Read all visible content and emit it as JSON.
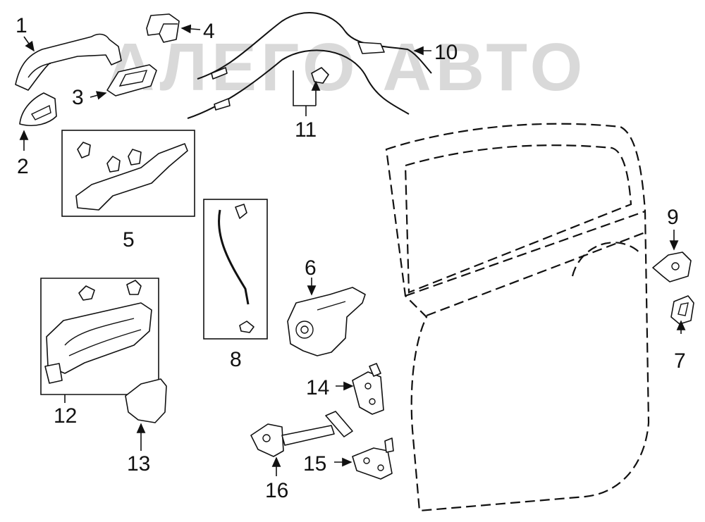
{
  "watermark": {
    "text": "АЛЕГО АВТО"
  },
  "callouts": [
    "1",
    "2",
    "3",
    "4",
    "5",
    "6",
    "7",
    "8",
    "9",
    "10",
    "11",
    "12",
    "13",
    "14",
    "15",
    "16"
  ],
  "colors": {
    "line": "#111111",
    "watermark": "#d9d9d9",
    "background": "#ffffff"
  }
}
